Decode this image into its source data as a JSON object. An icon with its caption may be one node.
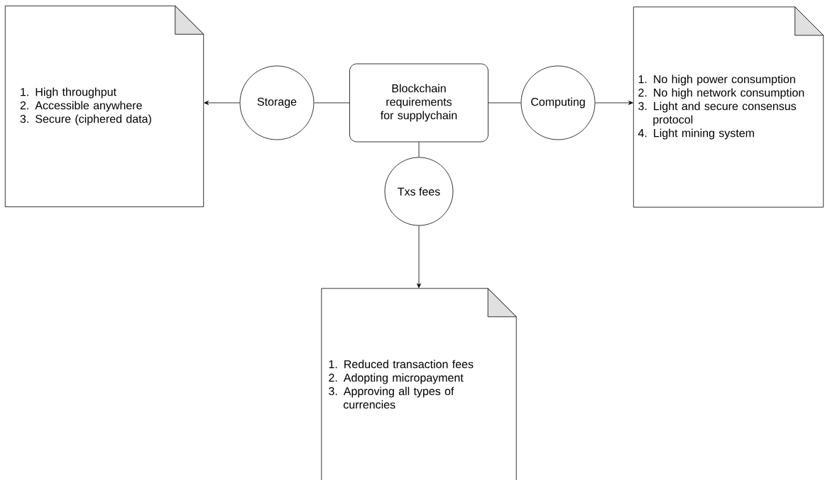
{
  "diagram": {
    "nodes": [
      {
        "text": [
          "1. High throughput",
          "2. Accessible anywhere",
          "3. Secure (ciphered data)"
        ]
      },
      {
        "text": [
          "Storage"
        ]
      },
      {
        "text": [
          "Blockchain requirements for supplychain"
        ]
      },
      {
        "text": [
          "Computing"
        ]
      },
      {
        "text": [
          "1. No high power consumption",
          "2. No high network consumption",
          "3. Light and secure consensus protocol",
          "4. Light mining system"
        ]
      },
      {
        "text": [
          "Txs fees"
        ]
      },
      {
        "text": [
          "1. Reduced transaction fees",
          "2. Adopting micropayment",
          "3. Approving all types of currencies"
        ]
      }
    ],
    "edges": [
      {
        "from": 2,
        "to": 1,
        "arrow": "none"
      },
      {
        "from": 1,
        "to": 0,
        "arrow": "to"
      },
      {
        "from": 2,
        "to": 3,
        "arrow": "none"
      },
      {
        "from": 3,
        "to": 4,
        "arrow": "to"
      },
      {
        "from": 2,
        "to": 5,
        "arrow": "none"
      },
      {
        "from": 5,
        "to": 6,
        "arrow": "to"
      }
    ]
  }
}
